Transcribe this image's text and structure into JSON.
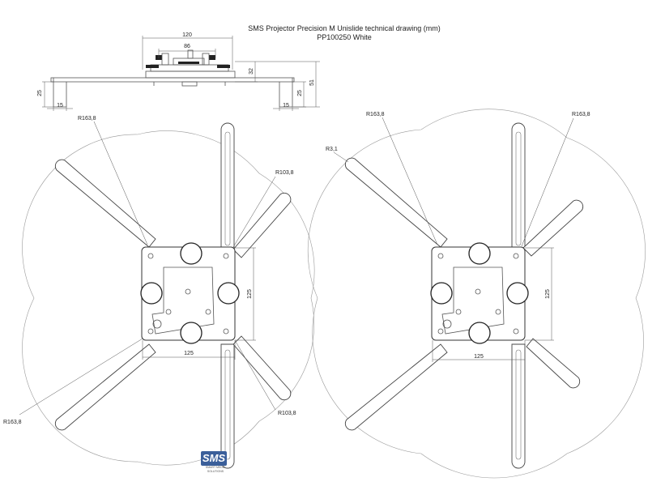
{
  "title": {
    "line1": "SMS Projector Precision M Unislide technical drawing (mm)",
    "line2": "PP100250 White"
  },
  "side_view": {
    "dims": {
      "width_outer": "120",
      "width_inner": "86",
      "height_32": "32",
      "height_51": "51",
      "leg_height_left": "25",
      "leg_height_right": "25",
      "leg_width_left": "15",
      "leg_width_right": "15"
    }
  },
  "left_view": {
    "labels": {
      "radius_top_left": "R163,8",
      "radius_right_upper": "R103,8",
      "radius_bottom_left": "R163,8",
      "radius_bottom_right": "R103,8"
    },
    "dims": {
      "horizontal": "125",
      "vertical": "125"
    }
  },
  "right_view": {
    "labels": {
      "radius_top_left": "R163,8",
      "radius_top_right": "R163,8",
      "radius_small": "R3,1"
    },
    "dims": {
      "horizontal": "125",
      "vertical": "125"
    }
  },
  "logo": {
    "text": "SMS",
    "tagline": "SMART MEDIA SOLUTIONS"
  },
  "colors": {
    "line": "#444444",
    "construction": "#9a9a9a",
    "logo": "#3b5f9a"
  }
}
